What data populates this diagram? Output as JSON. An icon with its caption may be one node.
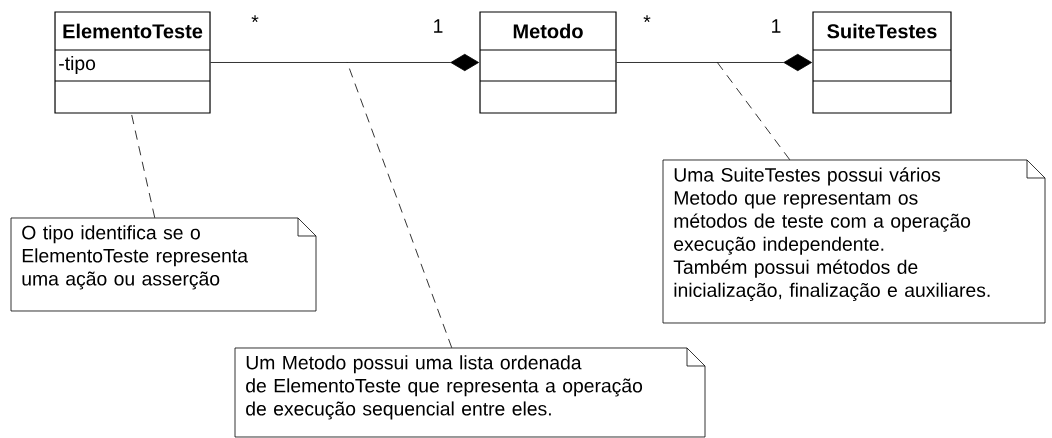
{
  "diagram": {
    "nodes": [
      {
        "text": [
          "ElementoTeste",
          "-tipo"
        ]
      },
      {
        "text": [
          "Metodo"
        ]
      },
      {
        "text": [
          "SuiteTestes"
        ]
      },
      {
        "text": [
          "Uma SuiteTestes possui vários Metodo que representam os métodos de teste com a operação execução independente.",
          "Também possui métodos de inicialização, finalização e auxiliares."
        ]
      },
      {
        "text": [
          "O tipo identifica se o ElementoTeste representa uma ação ou asserção"
        ]
      },
      {
        "text": [
          "Um Metodo possui uma lista ordenada de ElementoTeste que representa a operação de execução sequencial entre eles."
        ]
      }
    ],
    "edges": [
      {
        "from": 0,
        "to": 1,
        "arrow": "other"
      },
      {
        "from": 1,
        "to": 2,
        "arrow": "other"
      },
      {
        "from": 4,
        "to": 0,
        "arrow": "none",
        "style": "dashed"
      },
      {
        "from": 5,
        "to": null,
        "arrow": "none",
        "style": "dashed"
      },
      {
        "from": 3,
        "to": null,
        "arrow": "none",
        "style": "dashed"
      }
    ],
    "labels": [
      "*",
      "1",
      "*",
      "1"
    ]
  }
}
